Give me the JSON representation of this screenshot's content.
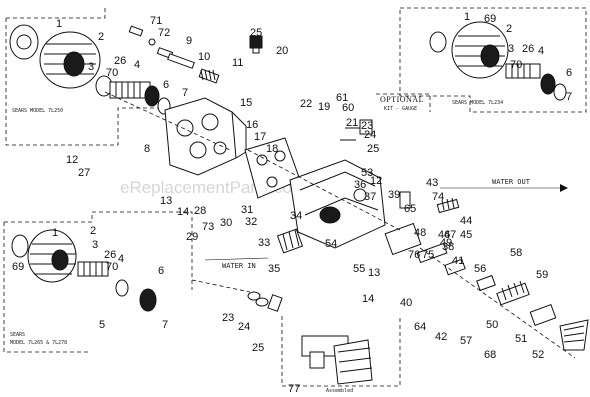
{
  "watermark": "eReplacementParts.com",
  "captions": {
    "sears_left": "SEARS MODEL 7L250",
    "sears_right": "SEARS MODEL 7L234",
    "sears_lower_line1": "SEARS",
    "sears_lower_line2": "MODEL 7L265 & 7L278",
    "optional_line1": "OPTIONAL",
    "optional_line2": "KIT - GAUGE",
    "water_out": "WATER OUT",
    "water_in": "WATER IN",
    "assembled": "Assembled"
  },
  "part_numbers": [
    "1",
    "2",
    "3",
    "4",
    "5",
    "6",
    "7",
    "8",
    "9",
    "10",
    "11",
    "12",
    "13",
    "14",
    "15",
    "16",
    "17",
    "18",
    "19",
    "20",
    "21",
    "22",
    "23",
    "24",
    "25",
    "26",
    "27",
    "28",
    "29",
    "30",
    "31",
    "32",
    "33",
    "34",
    "35",
    "36",
    "37",
    "38",
    "39",
    "40",
    "41",
    "42",
    "43",
    "44",
    "45",
    "46",
    "47",
    "48",
    "49",
    "50",
    "51",
    "52",
    "53",
    "54",
    "55",
    "56",
    "57",
    "58",
    "59",
    "60",
    "61",
    "64",
    "65",
    "68",
    "69",
    "70",
    "71",
    "72",
    "73",
    "74",
    "75",
    "76",
    "77"
  ]
}
